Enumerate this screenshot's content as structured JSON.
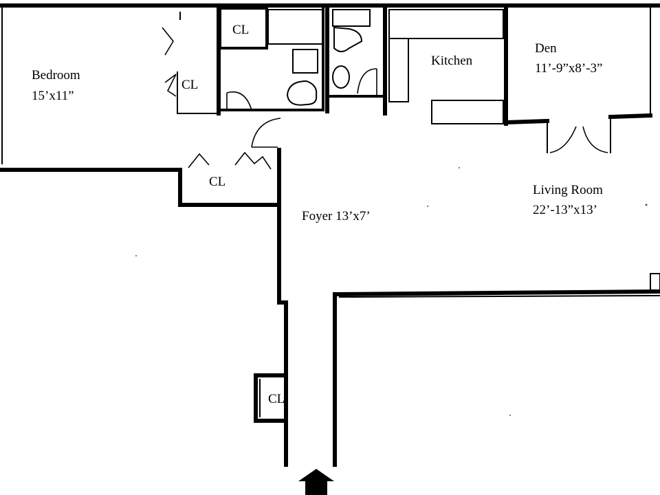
{
  "rooms": {
    "bedroom": {
      "name": "Bedroom",
      "dims": "15’x11”"
    },
    "kitchen": {
      "name": "Kitchen"
    },
    "den": {
      "name": "Den",
      "dims": "11’-9”x8’-3”"
    },
    "living_room": {
      "name": "Living Room",
      "dims": "22’-13”x13’"
    },
    "foyer": {
      "label": "Foyer 13’x7’"
    }
  },
  "closets": {
    "top": "CL",
    "bedroom": "CL",
    "hall": "CL",
    "entry": "CL"
  },
  "entrance": {
    "icon": "entrance-arrow-icon"
  },
  "colors": {
    "walls": "#000000",
    "background": "#ffffff"
  }
}
